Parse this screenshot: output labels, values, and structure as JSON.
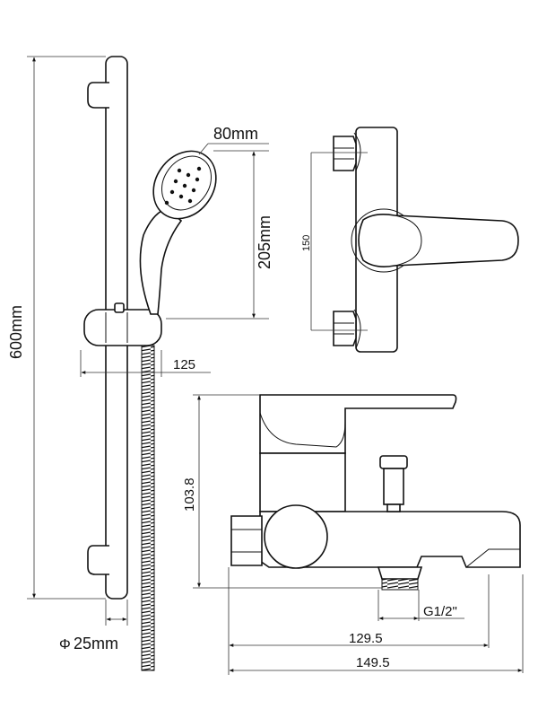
{
  "title": "Shower rail set and bath mixer dimension drawing",
  "dimensions": {
    "rail_height": "600mm",
    "head_diameter": "80mm",
    "handset_length": "205mm",
    "slider_offset": "125",
    "rail_diameter": "25mm",
    "diameter_symbol": "Φ",
    "inlet_spacing": "150",
    "mixer_height": "103.8",
    "thread": "G1/2\"",
    "spout_reach": "129.5",
    "overall_length": "149.5"
  },
  "colors": {
    "line": "#111111",
    "background": "#ffffff"
  }
}
